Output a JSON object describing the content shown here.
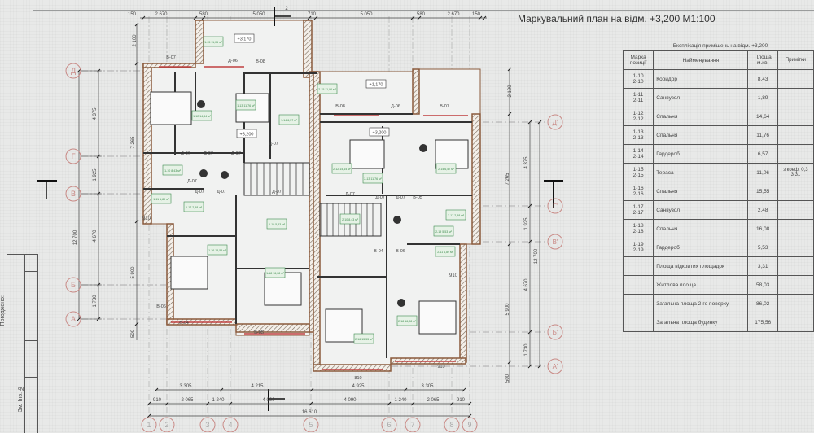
{
  "title": "Маркувальний план на відм. +3,200 М1:100",
  "explication": {
    "caption": "Експлікація приміщень на відм. +3,200",
    "headers": [
      "Марка позиції",
      "Найменування",
      "Площа м.кв.",
      "Примітки"
    ],
    "rows": [
      {
        "mark": "1-10 2-10",
        "name": "Коридор",
        "area": "8,43",
        "note": ""
      },
      {
        "mark": "1-11 2-11",
        "name": "Санвузол",
        "area": "1,89",
        "note": ""
      },
      {
        "mark": "1-12 2-12",
        "name": "Спальня",
        "area": "14,64",
        "note": ""
      },
      {
        "mark": "1-13 2-13",
        "name": "Спальня",
        "area": "11,76",
        "note": ""
      },
      {
        "mark": "1-14 2-14",
        "name": "Гардероб",
        "area": "6,57",
        "note": ""
      },
      {
        "mark": "1-15 2-15",
        "name": "Тераса",
        "area": "11,06",
        "note": "з коеф. 0,3 3,31"
      },
      {
        "mark": "1-16 2-16",
        "name": "Спальня",
        "area": "15,55",
        "note": ""
      },
      {
        "mark": "1-17 2-17",
        "name": "Санвузол",
        "area": "2,48",
        "note": ""
      },
      {
        "mark": "1-18 2-18",
        "name": "Спальня",
        "area": "16,08",
        "note": ""
      },
      {
        "mark": "1-19 2-19",
        "name": "Гардероб",
        "area": "5,53",
        "note": ""
      },
      {
        "mark": "",
        "name": "Площа відкритих площадок",
        "area": "3,31",
        "note": ""
      },
      {
        "mark": "",
        "name": "Житлова площа",
        "area": "58,03",
        "note": ""
      },
      {
        "mark": "",
        "name": "Загальна площа 2-го поверху",
        "area": "86,02",
        "note": ""
      },
      {
        "mark": "",
        "name": "Загальна площа будинку",
        "area": "175,56",
        "note": ""
      }
    ]
  },
  "title_block": {
    "approved": "Погоджено:",
    "change": "Зм. Інв. №"
  },
  "plan": {
    "section_mark": "2",
    "dims_top": [
      "150",
      "2 670",
      "580",
      "5 050",
      "710",
      "5 050",
      "580",
      "2 670",
      "150"
    ],
    "dims_bottom_1": [
      "3 305",
      "4 215",
      "4 925",
      "3 305"
    ],
    "dims_bottom_2": [
      "910",
      "2 065",
      "1 240",
      "4 090",
      "4 090",
      "1 240",
      "2 065",
      "910"
    ],
    "dims_total": "16 610",
    "dims_left": [
      "2 100",
      "7 265",
      "5 900",
      "500",
      "4 375",
      "1 925",
      "4 670",
      "1 730",
      "12 700",
      "910"
    ],
    "dims_right": [
      "2 100",
      "4 375",
      "7 265",
      "1 925",
      "12 700",
      "4 670",
      "5 900",
      "1 730",
      "500",
      "910"
    ],
    "axes_bottom": [
      "1",
      "2",
      "3",
      "4",
      "5",
      "6",
      "7",
      "8",
      "9"
    ],
    "axes_left": [
      "Д",
      "Г",
      "В",
      "Б",
      "А"
    ],
    "axes_right": [
      "Д'",
      "Г'",
      "В'",
      "Б'",
      "А'"
    ],
    "levels": [
      "+3,170",
      "+3,200",
      "+1,170",
      "+3,200"
    ],
    "openings": [
      "В-07",
      "В-08",
      "Д-06",
      "В-08",
      "Д-06",
      "В-07",
      "Д-07",
      "Д-07",
      "Д-07",
      "Д-07",
      "Д-07",
      "Д-07",
      "Д-07",
      "Д-07",
      "Д-07",
      "Д-07",
      "Д-07",
      "В-05",
      "В-04",
      "В-06",
      "В-04",
      "В-05",
      "В-06",
      "810",
      "910"
    ],
    "room_tags": [
      "1-15 11,06 м²",
      "1-12 14,64 м²",
      "1-13 11,76 м²",
      "1-14 6,57 м²",
      "1-10 8,43 м²",
      "1-11 1,89 м²",
      "1-16 15,55 м²",
      "1-17 2,48 м²",
      "1-18 16,08 м²",
      "1-19 5,53 м²",
      "2-15 11,06 м²",
      "2-12 14,64 м²",
      "2-13 11,76 м²",
      "2-14 6,57 м²",
      "2-10 8,43 м²",
      "2-11 1,89 м²",
      "2-16 15,55 м²",
      "2-17 2,48 м²",
      "2-18 16,08 м²",
      "2-19 5,53 м²"
    ]
  },
  "colors": {
    "wall": "#8a5a3c",
    "axis": "#c98a86",
    "tag": "#3c8a4c",
    "line": "#555555"
  }
}
